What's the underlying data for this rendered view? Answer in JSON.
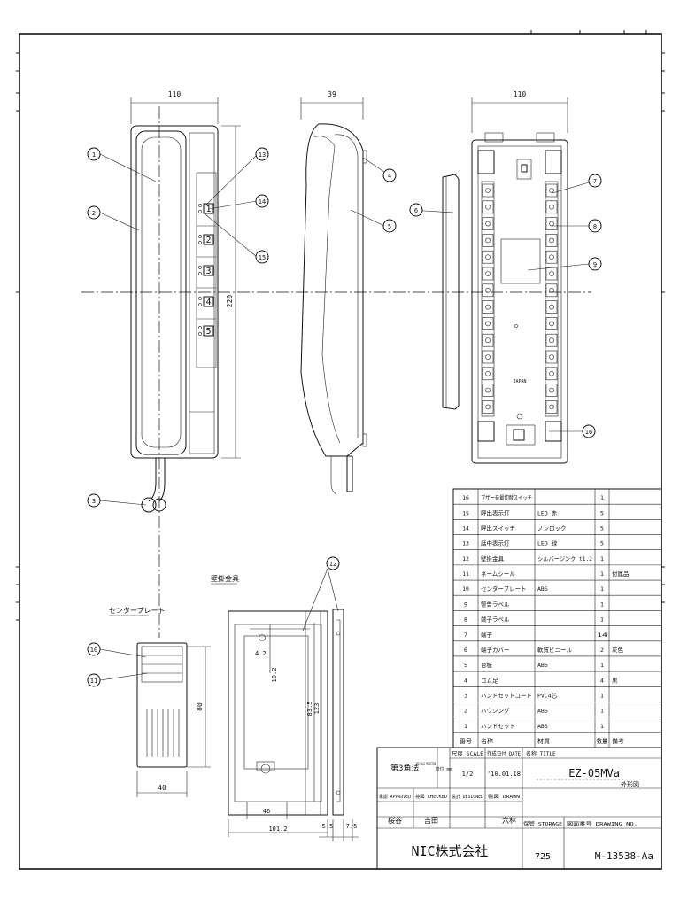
{
  "dimensions": {
    "front_width": "110",
    "side_depth": "39",
    "rear_width": "110",
    "height": "220",
    "plate_height": "80",
    "plate_width": "40",
    "bracket_width": "101.2",
    "bracket_inner": "46",
    "bracket_v1": "10.2",
    "bracket_v2": "83.5",
    "bracket_v3": "123",
    "bracket_hole": "4.2",
    "bracket_thk1": "5.5",
    "bracket_thk2": "7.5"
  },
  "view_labels": {
    "bracket": "壁掛金具",
    "center_plate": "センタープレート"
  },
  "callouts": [
    "1",
    "2",
    "3",
    "4",
    "5",
    "6",
    "7",
    "8",
    "9",
    "10",
    "11",
    "12",
    "13",
    "14",
    "15",
    "16"
  ],
  "button_numbers": [
    "1",
    "2",
    "3",
    "4",
    "5"
  ],
  "rear_labels": {
    "japan": "JAPAN"
  },
  "parts_header": [
    "番号",
    "名称",
    "材質",
    "数量",
    "備考"
  ],
  "parts": [
    {
      "no": "16",
      "name": "ブザー音量切替スイッチ",
      "material": "",
      "qty": "1",
      "note": ""
    },
    {
      "no": "15",
      "name": "呼出表示灯",
      "material": "LED 赤",
      "qty": "5",
      "note": ""
    },
    {
      "no": "14",
      "name": "呼出スイッチ",
      "material": "ノンロック",
      "qty": "5",
      "note": ""
    },
    {
      "no": "13",
      "name": "話中表示灯",
      "material": "LED 緑",
      "qty": "5",
      "note": ""
    },
    {
      "no": "12",
      "name": "壁掛金具",
      "material": "シルバージンク t1.2",
      "qty": "1",
      "note": ""
    },
    {
      "no": "11",
      "name": "ネームシール",
      "material": "",
      "qty": "1",
      "note": "付属品"
    },
    {
      "no": "10",
      "name": "センタープレート",
      "material": "ABS",
      "qty": "1",
      "note": ""
    },
    {
      "no": "9",
      "name": "警告ラベル",
      "material": "",
      "qty": "1",
      "note": ""
    },
    {
      "no": "8",
      "name": "端子ラベル",
      "material": "",
      "qty": "1",
      "note": ""
    },
    {
      "no": "7",
      "name": "端子",
      "material": "",
      "qty": "14",
      "note": ""
    },
    {
      "no": "6",
      "name": "端子カバー",
      "material": "軟質ビニール",
      "qty": "2",
      "note": "灰色"
    },
    {
      "no": "5",
      "name": "台板",
      "material": "ABS",
      "qty": "1",
      "note": ""
    },
    {
      "no": "4",
      "name": "ゴム足",
      "material": "",
      "qty": "4",
      "note": "黒"
    },
    {
      "no": "3",
      "name": "ハンドセットコード",
      "material": "PVC4芯",
      "qty": "1",
      "note": ""
    },
    {
      "no": "2",
      "name": "ハウジング",
      "material": "ABS",
      "qty": "1",
      "note": ""
    },
    {
      "no": "1",
      "name": "ハンドセット",
      "material": "ABS",
      "qty": "1",
      "note": ""
    }
  ],
  "title_block": {
    "projection": "第3角法",
    "projection_en": "3RD ANGLE PROJECTION",
    "unit": "単位 mm",
    "scale_label": "尺度 SCALE",
    "scale_value": "1/2",
    "date_label": "作成日付 DATE",
    "date_value": "'10.01.18",
    "title_label": "名称 TITLE",
    "model": "EZ-05MVa",
    "view_name": "外形図",
    "approved_label": "承認 APPROVED",
    "checked_label": "検図 CHECKED",
    "designed_label": "設計 DESIGNED",
    "drawn_label": "製図 DRAWN",
    "approved_by": "桜谷",
    "checked_by": "吉田",
    "drawn_by": "六林",
    "storage_label": "保管 STORAGE",
    "drawing_no_label": "図面番号 DRAWING NO.",
    "company": "NIC株式会社",
    "storage_value": "725",
    "drawing_no": "M-13538-Aa"
  }
}
